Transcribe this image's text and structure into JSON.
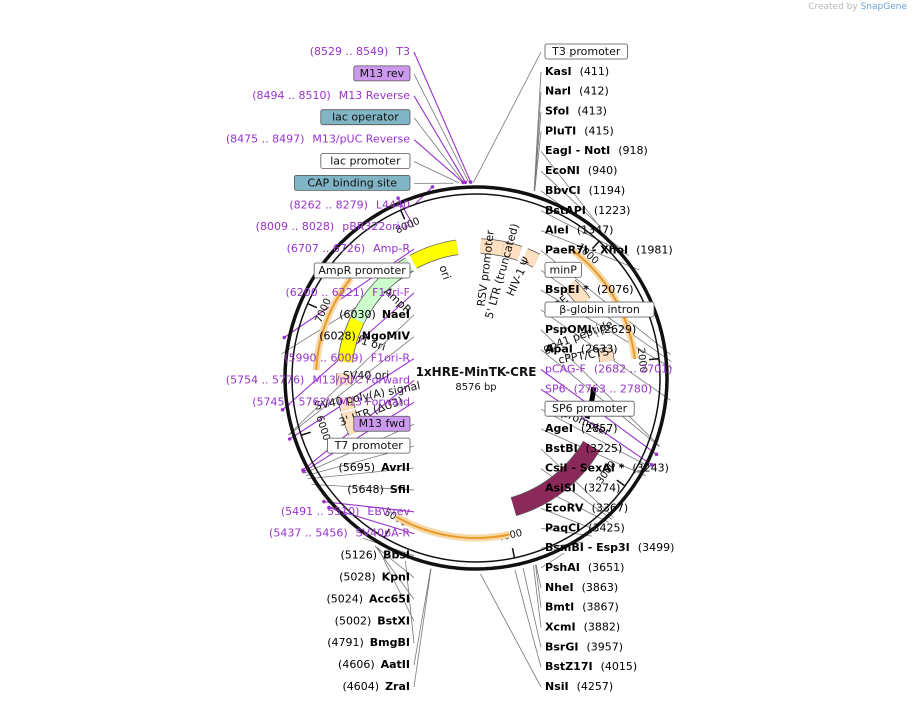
{
  "credit": {
    "prefix": "Created by",
    "brand": "SnapGene"
  },
  "plasmid": {
    "name": "1xHRE-MinTK-CRE",
    "length": "8576 bp",
    "total_bp": 8576
  },
  "colors": {
    "site_text": "#000000",
    "primer": "#9933cc",
    "feature_box_blue": "#7fb5c4",
    "feature_box_purple": "#cc99ee",
    "orange": "#e89a2a",
    "ori": "#ffff00",
    "ampr": "#ccffcc",
    "cre": "#8b2a5a",
    "ltr": "#ffe0c0"
  },
  "tick_labels": [
    {
      "bp": 1000,
      "label": "1000"
    },
    {
      "bp": 2000,
      "label": "2000"
    },
    {
      "bp": 3000,
      "label": "3000"
    },
    {
      "bp": 4000,
      "label": "4000"
    },
    {
      "bp": 5000,
      "label": "5000"
    },
    {
      "bp": 6000,
      "label": "6000"
    },
    {
      "bp": 7000,
      "label": "7000"
    },
    {
      "bp": 8000,
      "label": "8000"
    }
  ],
  "right_labels": [
    {
      "kind": "box",
      "name": "T3 promoter",
      "bp": 8560
    },
    {
      "kind": "site",
      "name": "KasI",
      "pos": "(411)",
      "bp": 411
    },
    {
      "kind": "site",
      "name": "NarI",
      "pos": "(412)",
      "bp": 412
    },
    {
      "kind": "site",
      "name": "SfoI",
      "pos": "(413)",
      "bp": 413
    },
    {
      "kind": "site",
      "name": "PluTI",
      "pos": "(415)",
      "bp": 415
    },
    {
      "kind": "site",
      "name": "EagI  -  NotI",
      "pos": "(918)",
      "bp": 918
    },
    {
      "kind": "site",
      "name": "EcoNI",
      "pos": "(940)",
      "bp": 940
    },
    {
      "kind": "site",
      "name": "BbvCI",
      "pos": "(1194)",
      "bp": 1194
    },
    {
      "kind": "site",
      "name": "BstAPI",
      "pos": "(1223)",
      "bp": 1223
    },
    {
      "kind": "site",
      "name": "AleI",
      "pos": "(1347)",
      "bp": 1347
    },
    {
      "kind": "site",
      "name": "PaeR7I  -  XhoI",
      "pos": "(1981)",
      "bp": 1981
    },
    {
      "kind": "box",
      "name": "minP",
      "bp": 2030
    },
    {
      "kind": "site",
      "name": "BspEI *",
      "pos": "(2076)",
      "bp": 2076
    },
    {
      "kind": "box",
      "name": "β-globin intron",
      "bp": 2300
    },
    {
      "kind": "site",
      "name": "PspOMI",
      "pos": "(2629)",
      "bp": 2629
    },
    {
      "kind": "site",
      "name": "ApaI",
      "pos": "(2633)",
      "bp": 2633
    },
    {
      "kind": "primer",
      "name": "pCAG-F",
      "pos": "(2682 .. 2701)",
      "bp": 2690
    },
    {
      "kind": "primer",
      "name": "SP6",
      "pos": "(2763 .. 2780)",
      "bp": 2770
    },
    {
      "kind": "box",
      "name": "SP6 promoter",
      "bp": 2790
    },
    {
      "kind": "site",
      "name": "AgeI",
      "pos": "(2857)",
      "bp": 2857
    },
    {
      "kind": "site",
      "name": "BstBI",
      "pos": "(3225)",
      "bp": 3225
    },
    {
      "kind": "site",
      "name": "CsiI  -  SexAI *",
      "pos": "(3243)",
      "bp": 3243
    },
    {
      "kind": "site",
      "name": "AsiSI",
      "pos": "(3274)",
      "bp": 3274
    },
    {
      "kind": "site",
      "name": "EcoRV",
      "pos": "(3367)",
      "bp": 3367
    },
    {
      "kind": "site",
      "name": "PaqCI",
      "pos": "(3425)",
      "bp": 3425
    },
    {
      "kind": "site",
      "name": "BsmBI  -  Esp3I",
      "pos": "(3499)",
      "bp": 3499
    },
    {
      "kind": "site",
      "name": "PshAI",
      "pos": "(3651)",
      "bp": 3651
    },
    {
      "kind": "site",
      "name": "NheI",
      "pos": "(3863)",
      "bp": 3863
    },
    {
      "kind": "site",
      "name": "BmtI",
      "pos": "(3867)",
      "bp": 3867
    },
    {
      "kind": "site",
      "name": "XcmI",
      "pos": "(3882)",
      "bp": 3882
    },
    {
      "kind": "site",
      "name": "BsrGI",
      "pos": "(3957)",
      "bp": 3957
    },
    {
      "kind": "site",
      "name": "BstZ17I",
      "pos": "(4015)",
      "bp": 4015
    },
    {
      "kind": "site",
      "name": "NsiI",
      "pos": "(4257)",
      "bp": 4257
    }
  ],
  "left_labels": [
    {
      "kind": "primer",
      "name": "T3",
      "pos": "(8529 .. 8549)",
      "bp": 8539
    },
    {
      "kind": "boxp",
      "name": "M13 rev",
      "bp": 8525
    },
    {
      "kind": "primer",
      "name": "M13 Reverse",
      "pos": "(8494 .. 8510)",
      "bp": 8502
    },
    {
      "kind": "boxb",
      "name": "lac operator",
      "bp": 8490
    },
    {
      "kind": "primer",
      "name": "M13/pUC Reverse",
      "pos": "(8475 .. 8497)",
      "bp": 8486
    },
    {
      "kind": "box",
      "name": "lac promoter",
      "bp": 8455
    },
    {
      "kind": "boxb",
      "name": "CAP binding site",
      "bp": 8420
    },
    {
      "kind": "primer",
      "name": "L4440",
      "pos": "(8262 .. 8279)",
      "bp": 8270
    },
    {
      "kind": "primer",
      "name": "pBR322ori-F",
      "pos": "(8009 .. 8028)",
      "bp": 8018
    },
    {
      "kind": "primer",
      "name": "Amp-R",
      "pos": "(6707 .. 6726)",
      "bp": 6716
    },
    {
      "kind": "box",
      "name": "AmpR promoter",
      "bp": 6600
    },
    {
      "kind": "primer",
      "name": "F1ori-F",
      "pos": "(6200 .. 6221)",
      "bp": 6210
    },
    {
      "kind": "site",
      "name": "NaeI",
      "pos": "(6030)",
      "bp": 6030
    },
    {
      "kind": "site",
      "name": "NgoMIV",
      "pos": "(6028)",
      "bp": 6028
    },
    {
      "kind": "primer",
      "name": "F1ori-R",
      "pos": "(5990 .. 6009)",
      "bp": 6000
    },
    {
      "kind": "primer",
      "name": "M13/pUC Forward",
      "pos": "(5754 .. 5776)",
      "bp": 5765
    },
    {
      "kind": "primer",
      "name": "M13 Forward",
      "pos": "(5745 .. 5762)",
      "bp": 5753
    },
    {
      "kind": "boxp",
      "name": "M13 fwd",
      "bp": 5740
    },
    {
      "kind": "box",
      "name": "T7 promoter",
      "bp": 5720
    },
    {
      "kind": "site",
      "name": "AvrII",
      "pos": "(5695)",
      "bp": 5695
    },
    {
      "kind": "site",
      "name": "SfiI",
      "pos": "(5648)",
      "bp": 5648
    },
    {
      "kind": "primer",
      "name": "EBV-rev",
      "pos": "(5491 .. 5510)",
      "bp": 5500
    },
    {
      "kind": "primer",
      "name": "SV40pA-R",
      "pos": "(5437 .. 5456)",
      "bp": 5446
    },
    {
      "kind": "site",
      "name": "BbsI",
      "pos": "(5126)",
      "bp": 5126
    },
    {
      "kind": "site",
      "name": "KpnI",
      "pos": "(5028)",
      "bp": 5028
    },
    {
      "kind": "site",
      "name": "Acc65I",
      "pos": "(5024)",
      "bp": 5024
    },
    {
      "kind": "site",
      "name": "BstXI",
      "pos": "(5002)",
      "bp": 5002
    },
    {
      "kind": "site",
      "name": "BmgBI",
      "pos": "(4791)",
      "bp": 4791
    },
    {
      "kind": "site",
      "name": "AatII",
      "pos": "(4606)",
      "bp": 4606
    },
    {
      "kind": "site",
      "name": "ZraI",
      "pos": "(4604)",
      "bp": 4604
    }
  ],
  "features": [
    {
      "name": "RSV promoter",
      "start": 50,
      "end": 280
    },
    {
      "name": "5' LTR (truncated)",
      "start": 280,
      "end": 460
    },
    {
      "name": "HIV-1 Ψ",
      "start": 520,
      "end": 650
    },
    {
      "name": "RRE",
      "start": 1080,
      "end": 1310
    },
    {
      "name": "gp41 peptide",
      "start": 1620,
      "end": 1700
    },
    {
      "name": "cPPT/CTS",
      "start": 1850,
      "end": 1970
    },
    {
      "name": "T7 promoter",
      "start": 2700,
      "end": 2720
    },
    {
      "name": "Cre",
      "start": 2870,
      "end": 3900
    },
    {
      "name": "3' LTR (ΔU3)",
      "start": 5850,
      "end": 6080
    },
    {
      "name": "SV40 poly(A) signal",
      "start": 6100,
      "end": 6230
    },
    {
      "name": "f1 ori",
      "start": 6600,
      "end": 7050
    },
    {
      "name": "SV40 ori",
      "start": 6360,
      "end": 6480
    },
    {
      "name": "AmpR",
      "start": 7050,
      "end": 7850
    },
    {
      "name": "ori",
      "start": 7900,
      "end": 8380
    }
  ]
}
